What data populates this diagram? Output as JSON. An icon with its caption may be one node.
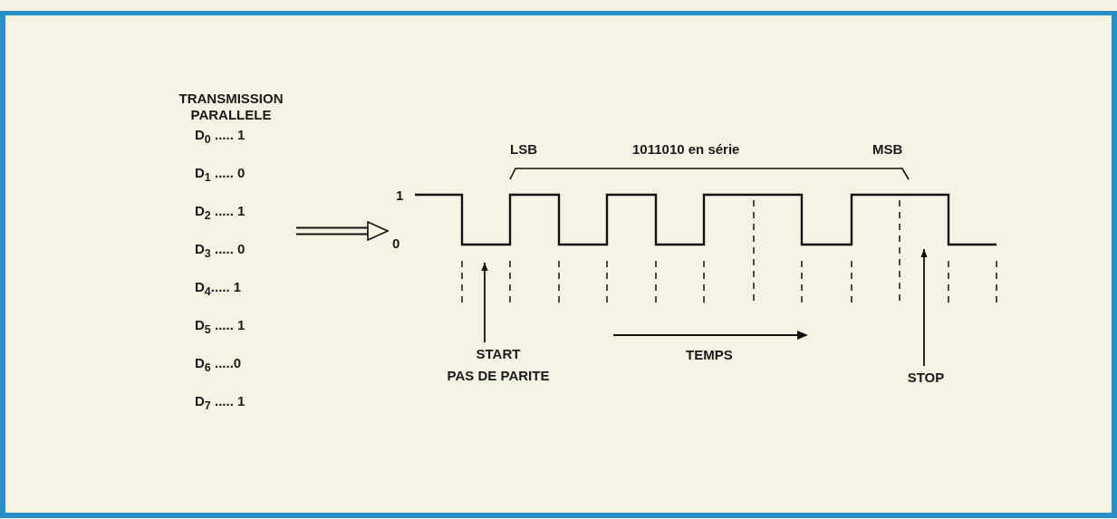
{
  "diagram": {
    "nodes": [
      {
        "text": [
          "TRANSMISSION PARALLELE",
          "D$_{0}$ ..... 1",
          "D$_{1}$ ..... 0",
          "D$_{2}$ ..... 1",
          "D$_{3}$ ..... 0",
          "D$_{4}$..... 1",
          "D$_{5}$ ..... 1",
          "D$_{6}$ .....0",
          "D$_{7}$ ..... 1"
        ]
      },
      {
        "text": [],
        "shape": "picture"
      },
      {
        "text": [
          "START",
          "PAS DE PARITE"
        ]
      },
      {
        "text": [
          "STOP"
        ]
      }
    ],
    "edges": [
      {
        "from": 0,
        "to": 1,
        "arrow": "to"
      },
      {
        "from": 2,
        "to": 1,
        "arrow": "to"
      },
      {
        "from": 3,
        "to": 1,
        "arrow": "to"
      }
    ],
    "labels": [
      "LSB",
      "1011010 en série",
      "MSB",
      "1",
      "0",
      "TEMPS"
    ]
  }
}
